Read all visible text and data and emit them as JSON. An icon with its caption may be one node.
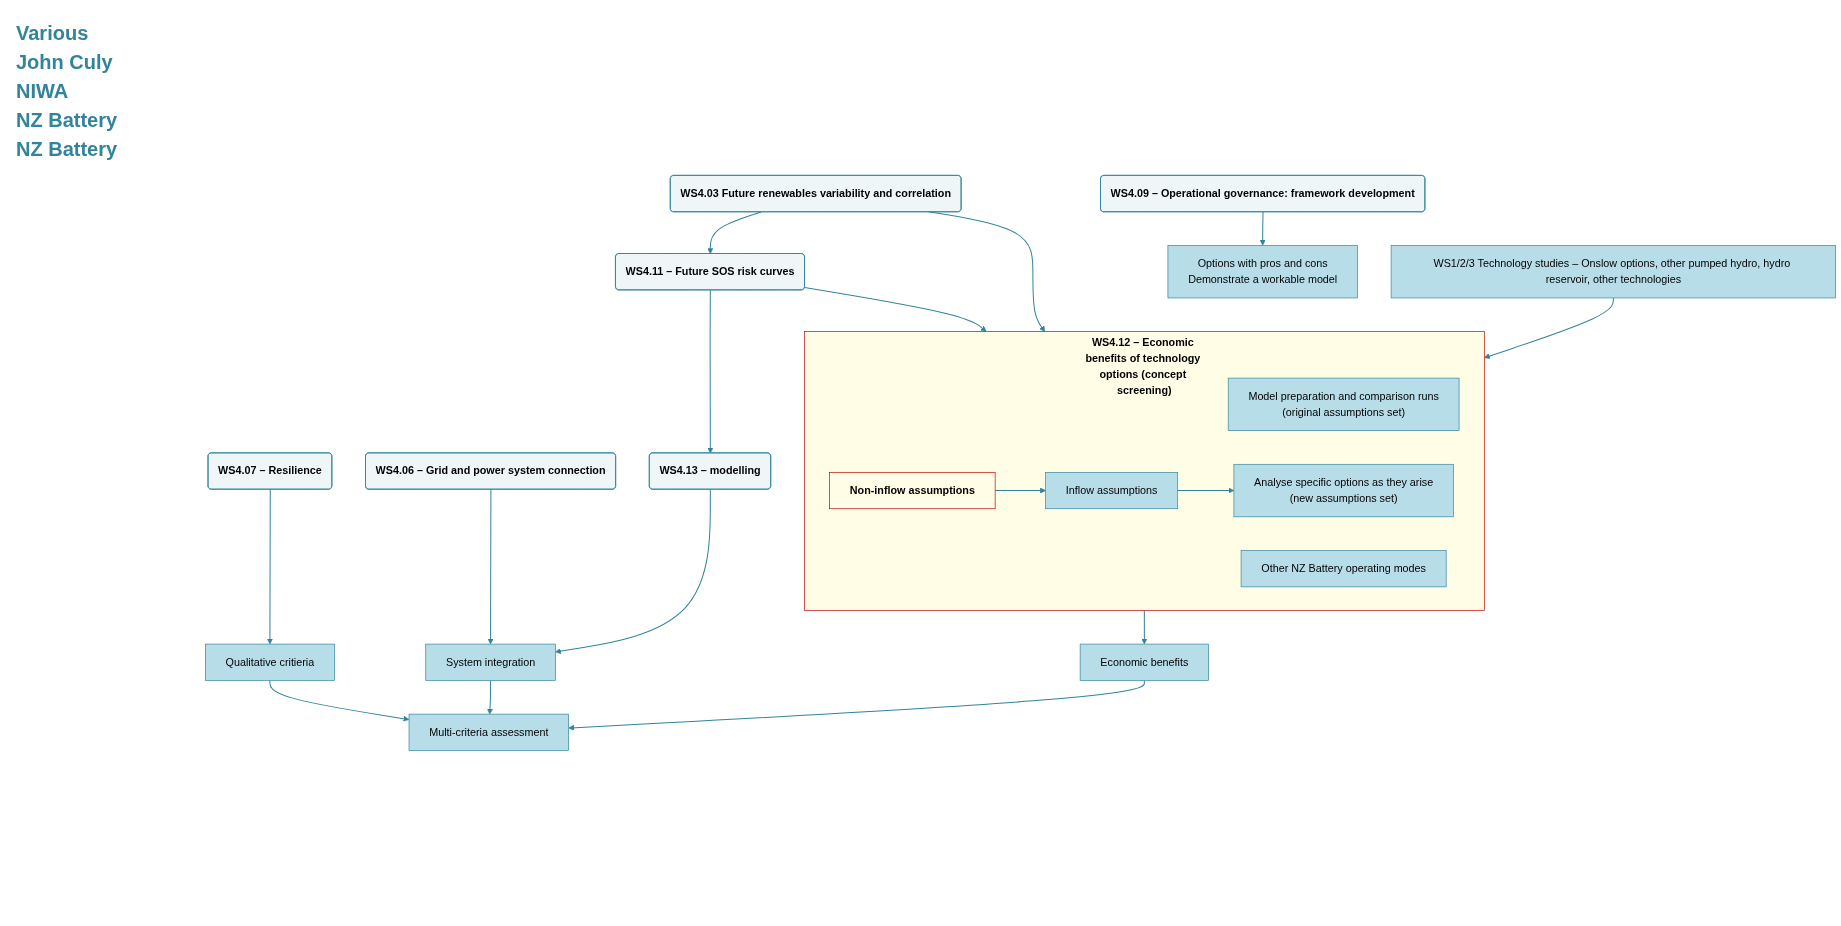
{
  "diagram": {
    "nodes": [
      {
        "text": [
          "WS1/2/3 Technology studies – Onslow options, other pumped hydro, hydro reservoir, other technologies"
        ]
      },
      {
        "text": [
          "WS4.12 – Economic benefits of technology options (concept screening)"
        ]
      },
      {
        "text": [
          "Model preparation and comparison runs",
          "(original assumptions set)"
        ],
        "in": 1
      },
      {
        "text": [
          "Analyse specific options as they arise",
          "(new assumptions set)"
        ],
        "in": 1
      },
      {
        "text": [
          "Non-inflow assumptions"
        ],
        "in": 1
      },
      {
        "text": [
          "Inflow assumptions"
        ],
        "in": 1
      },
      {
        "text": [
          "Other NZ Battery operating modes"
        ],
        "in": 1
      },
      {
        "text": [
          "Economic benefits"
        ]
      },
      {
        "text": [
          "Multi-criteria assessment"
        ]
      },
      {
        "text": [
          "WS4.03 Future renewables variability and correlation"
        ]
      },
      {
        "text": [
          "WS4.11 – Future SOS risk curves"
        ]
      },
      {
        "text": [
          "WS4.13 – modelling"
        ]
      },
      {
        "text": [
          "System integration"
        ]
      },
      {
        "text": [
          "WS4.06 – Grid and power system connection"
        ]
      },
      {
        "text": [
          "WS4.07 – Resilience"
        ]
      },
      {
        "text": [
          "Qualitative critieria"
        ]
      },
      {
        "text": [
          "WS4.09 – Operational governance: framework development"
        ]
      },
      {
        "text": [
          "Options with pros and cons",
          "Demonstrate a workable model"
        ]
      }
    ],
    "edges": [
      {
        "from": 0,
        "to": 1,
        "arrow": "to"
      },
      {
        "from": 4,
        "to": 5,
        "arrow": "to"
      },
      {
        "from": 5,
        "to": 3,
        "arrow": "to"
      },
      {
        "from": 1,
        "to": 7,
        "arrow": "to"
      },
      {
        "from": 7,
        "to": 8,
        "arrow": "to"
      },
      {
        "from": 9,
        "to": 1,
        "arrow": "to"
      },
      {
        "from": 9,
        "to": 10,
        "arrow": "to"
      },
      {
        "from": 10,
        "to": 1,
        "arrow": "to"
      },
      {
        "from": 10,
        "to": 11,
        "arrow": "to"
      },
      {
        "from": 11,
        "to": 12,
        "arrow": "to"
      },
      {
        "from": 12,
        "to": 8,
        "arrow": "to"
      },
      {
        "from": 13,
        "to": 12,
        "arrow": "to"
      },
      {
        "from": 14,
        "to": 15,
        "arrow": "to"
      },
      {
        "from": 15,
        "to": 8,
        "arrow": "to"
      },
      {
        "from": 16,
        "to": 17,
        "arrow": "to"
      }
    ],
    "labels": [
      "Various",
      "John Culy",
      "NIWA",
      "NZ Battery",
      "NZ Battery"
    ]
  }
}
